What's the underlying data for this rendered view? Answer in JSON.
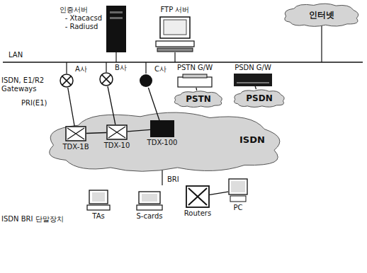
{
  "diagram": {
    "nodes": [
      {
        "text": [
          "인증서버",
          "- Xtacacsd",
          "- Radiusd"
        ]
      },
      {
        "text": [
          "FTP 서버"
        ]
      },
      {
        "text": [
          "인터넷"
        ]
      },
      {
        "text": [
          "A사"
        ]
      },
      {
        "text": [
          "B사"
        ]
      },
      {
        "text": [
          "C사"
        ]
      },
      {
        "text": [
          "PSTN G/W"
        ]
      },
      {
        "text": [
          "PSDN G/W"
        ]
      },
      {
        "text": [
          "PSTN"
        ]
      },
      {
        "text": [
          "PSDN"
        ]
      },
      {
        "text": [
          "ISDN"
        ]
      },
      {
        "text": [
          "TDX-1B"
        ],
        "in": 10
      },
      {
        "text": [
          "TDX-10"
        ],
        "in": 10
      },
      {
        "text": [
          "TDX-100"
        ],
        "in": 10
      },
      {
        "text": [
          "TAs"
        ]
      },
      {
        "text": [
          "S-cards"
        ]
      },
      {
        "text": [
          "Routers"
        ]
      },
      {
        "text": [
          "PC"
        ]
      }
    ],
    "edges": [
      {
        "from": 3,
        "to": 11,
        "arrow": "none"
      },
      {
        "from": 4,
        "to": 12,
        "arrow": "none"
      },
      {
        "from": 5,
        "to": 13,
        "arrow": "none"
      },
      {
        "from": 11,
        "to": 12,
        "arrow": "none"
      },
      {
        "from": 12,
        "to": 13,
        "arrow": "none"
      },
      {
        "from": 6,
        "to": 8,
        "arrow": "none"
      },
      {
        "from": 7,
        "to": 9,
        "arrow": "none"
      },
      {
        "from": 16,
        "to": 17,
        "arrow": "none"
      }
    ],
    "labels": [
      "LAN",
      "ISDN, E1/R2 Gateways",
      "PRI(E1)",
      "BRI",
      "ISDN BRI 단말장치"
    ]
  }
}
